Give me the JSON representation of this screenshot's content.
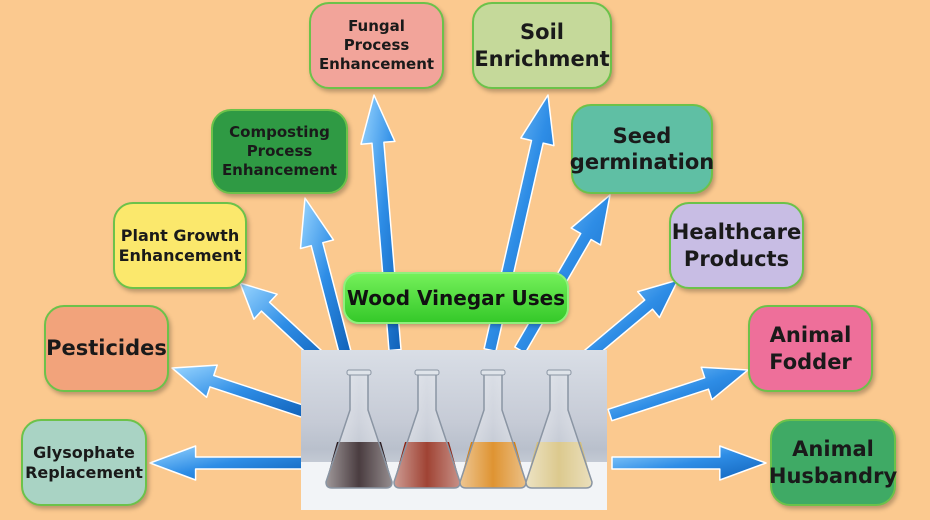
{
  "title": "Wood Vinegar Uses",
  "uses": [
    {
      "id": "fungal",
      "label": "Fungal\nProcess\nEnhancement",
      "color": "#f2a49a"
    },
    {
      "id": "soil",
      "label": "Soil\nEnrichment",
      "color": "#c5d99a"
    },
    {
      "id": "composting",
      "label": "Composting\nProcess\nEnhancement",
      "color": "#2f9a44"
    },
    {
      "id": "seed",
      "label": "Seed\ngermination",
      "color": "#5fbfa4"
    },
    {
      "id": "plant-growth",
      "label": "Plant Growth\nEnhancement",
      "color": "#fbe86c"
    },
    {
      "id": "healthcare",
      "label": "Healthcare\nProducts",
      "color": "#c8bde4"
    },
    {
      "id": "pesticides",
      "label": "Pesticides",
      "color": "#f2a37b"
    },
    {
      "id": "animal-fodder",
      "label": "Animal\nFodder",
      "color": "#ee6f9a"
    },
    {
      "id": "glysophate",
      "label": "Glysophate\nReplacement",
      "color": "#a9d3c4"
    },
    {
      "id": "animal-husbandry",
      "label": "Animal\nHusbandry",
      "color": "#3faa65"
    }
  ],
  "flasks": [
    {
      "liquid": "#2a1a1e"
    },
    {
      "liquid": "#8f2210"
    },
    {
      "liquid": "#d9810e"
    },
    {
      "liquid": "#d6c07a"
    }
  ]
}
